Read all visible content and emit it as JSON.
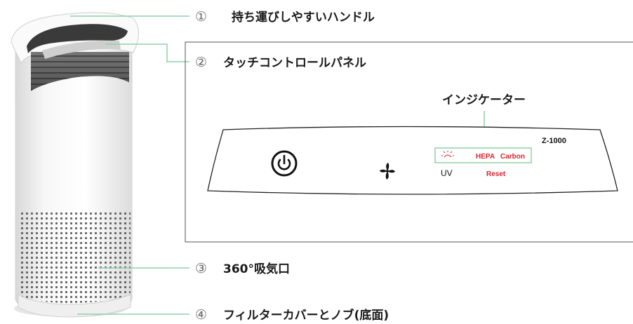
{
  "callouts": [
    {
      "number": "①",
      "label": "持ち運びしやすいハンドル"
    },
    {
      "number": "②",
      "label": "タッチコントロールパネル"
    },
    {
      "number": "③",
      "label": "360°吸気口"
    },
    {
      "number": "④",
      "label": "フィルターカバーとノブ(底面)"
    }
  ],
  "indicator_title": "インジケーター",
  "panel": {
    "model": "Z-1000",
    "hepa_label": "HEPA",
    "carbon_label": "Carbon",
    "uv_label": "UV",
    "reset_label": "Reset"
  },
  "colors": {
    "accent_green": "#8fd1a8",
    "red_text": "#d9232e",
    "device_body": "#f4f4f4"
  },
  "icons": [
    "power-icon",
    "fan-icon",
    "uv-light-icon"
  ]
}
